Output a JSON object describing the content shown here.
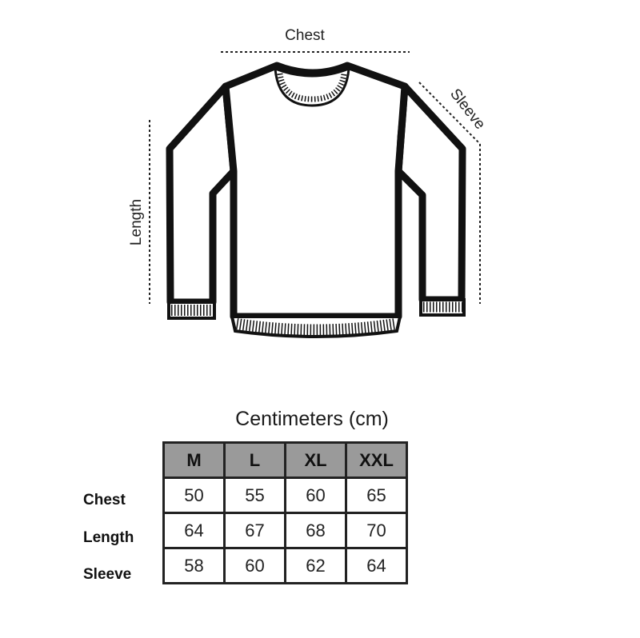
{
  "diagram": {
    "labels": {
      "chest": "Chest",
      "sleeve": "Sleeve",
      "length": "Length"
    }
  },
  "table": {
    "title": "Centimeters (cm)",
    "columns": [
      "M",
      "L",
      "XL",
      "XXL"
    ],
    "rows": [
      {
        "label": "Chest",
        "values": [
          "50",
          "55",
          "60",
          "65"
        ]
      },
      {
        "label": "Length",
        "values": [
          "64",
          "67",
          "68",
          "70"
        ]
      },
      {
        "label": "Sleeve",
        "values": [
          "58",
          "60",
          "62",
          "64"
        ]
      }
    ]
  },
  "colors": {
    "header_bg": "#9a9a9a",
    "outline": "#111111"
  }
}
